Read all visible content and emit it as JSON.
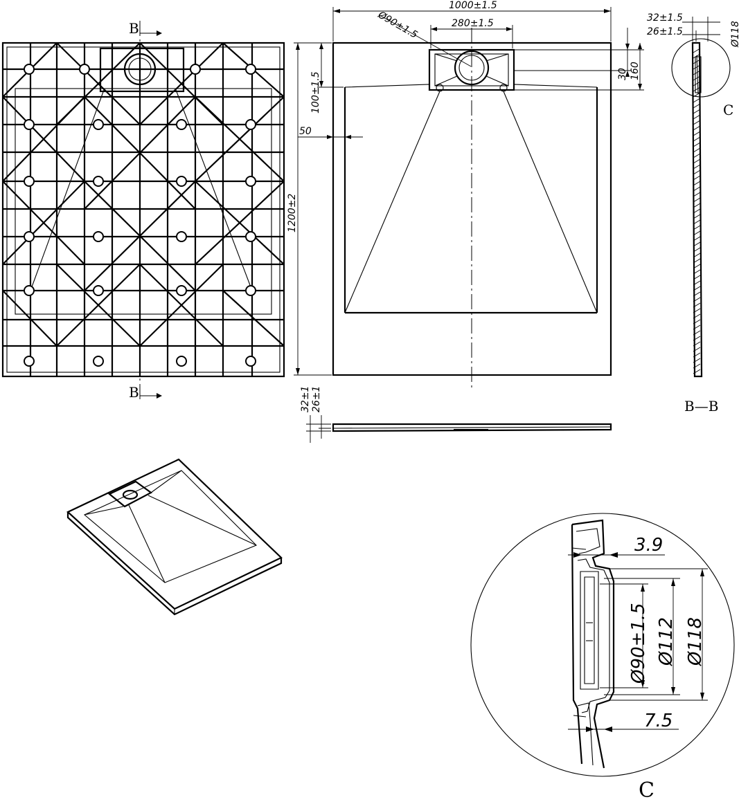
{
  "section_marks": {
    "b_top": "B",
    "b_bottom": "B",
    "bb_label": "B—B",
    "c_side": "C",
    "c_detail": "C"
  },
  "plan_dims": {
    "width": "1000±1.5",
    "outlet_width": "280±1.5",
    "outlet_diameter": "Ø90±1.5",
    "height": "1200±2",
    "outlet_offset": "100±1.5",
    "border": "50",
    "drain_depth": "30",
    "drain_length": "160"
  },
  "section_dims": {
    "thk_total": "32±1.5",
    "thk_body": "26±1.5",
    "circle_dia": "Ø118"
  },
  "elevation_dims": {
    "thk_total": "32±1",
    "thk_body": "26±1"
  },
  "detail_dims": {
    "gap_top": "3.9",
    "d_inner": "Ø90±1.5",
    "d_mid": "Ø112",
    "d_outer": "Ø118",
    "gap_bottom": "7.5"
  }
}
